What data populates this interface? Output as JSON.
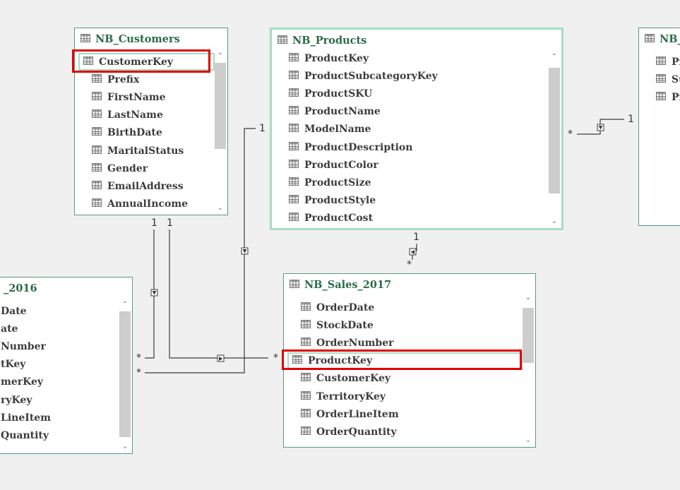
{
  "tables": {
    "customers": {
      "name": "NB_Customers",
      "fields": [
        "CustomerKey",
        "Prefix",
        "FirstName",
        "LastName",
        "BirthDate",
        "MaritalStatus",
        "Gender",
        "EmailAddress",
        "AnnualIncome"
      ]
    },
    "products": {
      "name": "NB_Products",
      "fields": [
        "ProductKey",
        "ProductSubcategoryKey",
        "ProductSKU",
        "ProductName",
        "ModelName",
        "ProductDescription",
        "ProductColor",
        "ProductSize",
        "ProductStyle",
        "ProductCost"
      ]
    },
    "partial_right": {
      "name": "NB_",
      "fields": [
        "Pr",
        "Su",
        "Pr"
      ]
    },
    "sales_2016": {
      "name": "_2016",
      "fields": [
        "Date",
        "ate",
        "Number",
        "tKey",
        "merKey",
        "ryKey",
        "LineItem",
        "Quantity"
      ]
    },
    "sales_2017": {
      "name": "NB_Sales_2017",
      "fields": [
        "OrderDate",
        "StockDate",
        "OrderNumber",
        "ProductKey",
        "CustomerKey",
        "TerritoryKey",
        "OrderLineItem",
        "OrderQuantity"
      ]
    }
  },
  "relationship_labels": {
    "one": "1",
    "many": "*"
  },
  "icons": {
    "table": "table-grid-icon",
    "field": "field-grid-icon",
    "scroll_up": "chevron-up-icon",
    "scroll_down": "chevron-down-icon",
    "direction": "filter-direction-arrow-icon"
  },
  "colors": {
    "canvas": "#f0f0f0",
    "table_title": "#2b6b47",
    "table_border": "#5a9a7a",
    "selected_border": "#a8dcc0",
    "highlight": "#e00000"
  }
}
